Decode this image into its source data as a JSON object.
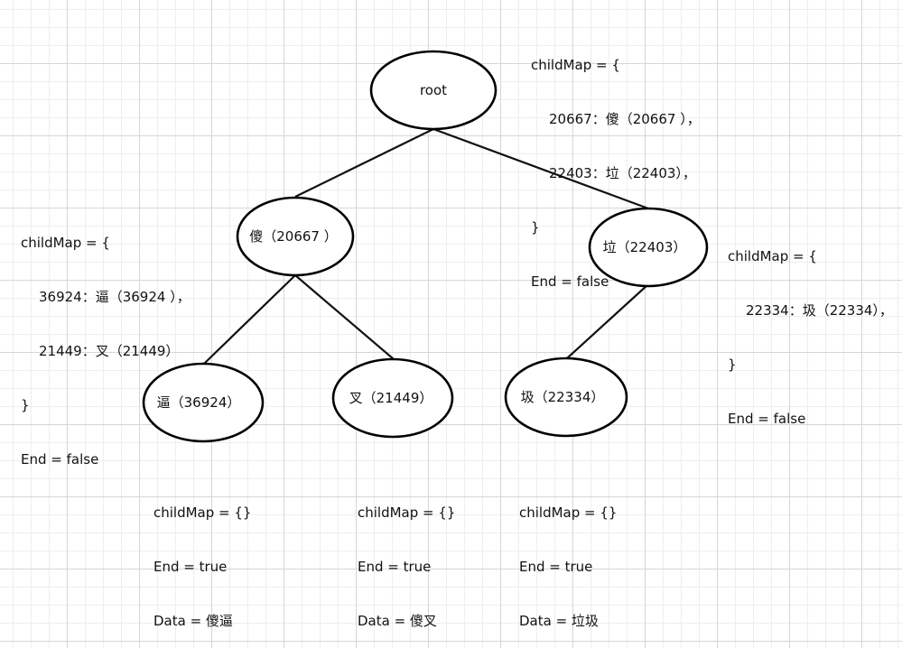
{
  "nodes": {
    "root": {
      "label": "root"
    },
    "sha": {
      "label": "傻（20667 ）"
    },
    "la": {
      "label": "垃（22403）"
    },
    "bi": {
      "label": "逼（36924）"
    },
    "cha": {
      "label": "叉（21449）"
    },
    "ji": {
      "label": "圾（22334）"
    }
  },
  "notes": {
    "root": {
      "open": "childMap = {",
      "entries": [
        "20667：傻（20667 ），",
        "22403：垃（22403），"
      ],
      "close": "}",
      "end": "End = false"
    },
    "sha": {
      "open": "childMap = {",
      "entries": [
        "36924：逼（36924 ），",
        "21449：叉（21449）"
      ],
      "close": "}",
      "end": "End = false"
    },
    "la": {
      "open": "childMap = {",
      "entries": [
        "22334：圾（22334），"
      ],
      "close": "}",
      "end": "End = false"
    },
    "bi": {
      "child_map": "childMap = {}",
      "end": "End = true",
      "data": "Data = 傻逼"
    },
    "cha": {
      "child_map": "childMap = {}",
      "end": "End = true",
      "data": "Data = 傻叉"
    },
    "ji": {
      "child_map": "childMap = {}",
      "end": "End = true",
      "data": "Data = 垃圾"
    }
  }
}
